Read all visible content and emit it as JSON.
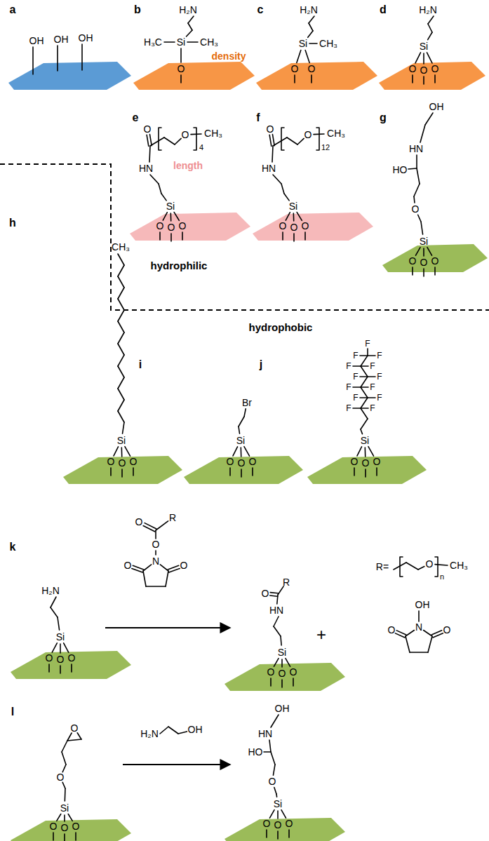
{
  "diagram": {
    "labels": [
      "a",
      "OH",
      "OH",
      "OH",
      "b",
      "H₂N",
      "H₃C",
      "Si",
      "CH₃",
      "O",
      "density",
      "c",
      "H₂N",
      "Si",
      "CH₃",
      "O",
      "O",
      "d",
      "H₂N",
      "Si",
      "O",
      "O",
      "O",
      "e",
      "O",
      "O",
      "4",
      "CH₃",
      "length",
      "HN",
      "Si",
      "O",
      "O",
      "O",
      "hydrophilic",
      "f",
      "O",
      "O",
      "12",
      "CH₃",
      "HN",
      "Si",
      "O",
      "O",
      "O",
      "g",
      "OH",
      "HN",
      "HO",
      "O",
      "Si",
      "O",
      "O",
      "O",
      "hydrophobic",
      "h",
      "CH₃",
      "Si",
      "O",
      "O",
      "O",
      "i",
      "Br",
      "Si",
      "O",
      "O",
      "O",
      "j",
      "F",
      "F",
      "F",
      "F",
      "F",
      "F",
      "F",
      "F",
      "F",
      "F",
      "F",
      "F",
      "F",
      "Si",
      "O",
      "O",
      "O",
      "k",
      "H₂N",
      "Si",
      "O",
      "O",
      "O",
      "O",
      "R",
      "O",
      "N",
      "O",
      "O",
      "R",
      "O",
      "HN",
      "Si",
      "O",
      "O",
      "O",
      "+",
      "R=",
      "O",
      "n",
      "CH₃",
      "OH",
      "N",
      "O",
      "O",
      "l",
      "O",
      "O",
      "Si",
      "O",
      "O",
      "O",
      "H₂N",
      "OH",
      "OH",
      "HN",
      "HO",
      "O",
      "Si",
      "O",
      "O",
      "O"
    ]
  }
}
